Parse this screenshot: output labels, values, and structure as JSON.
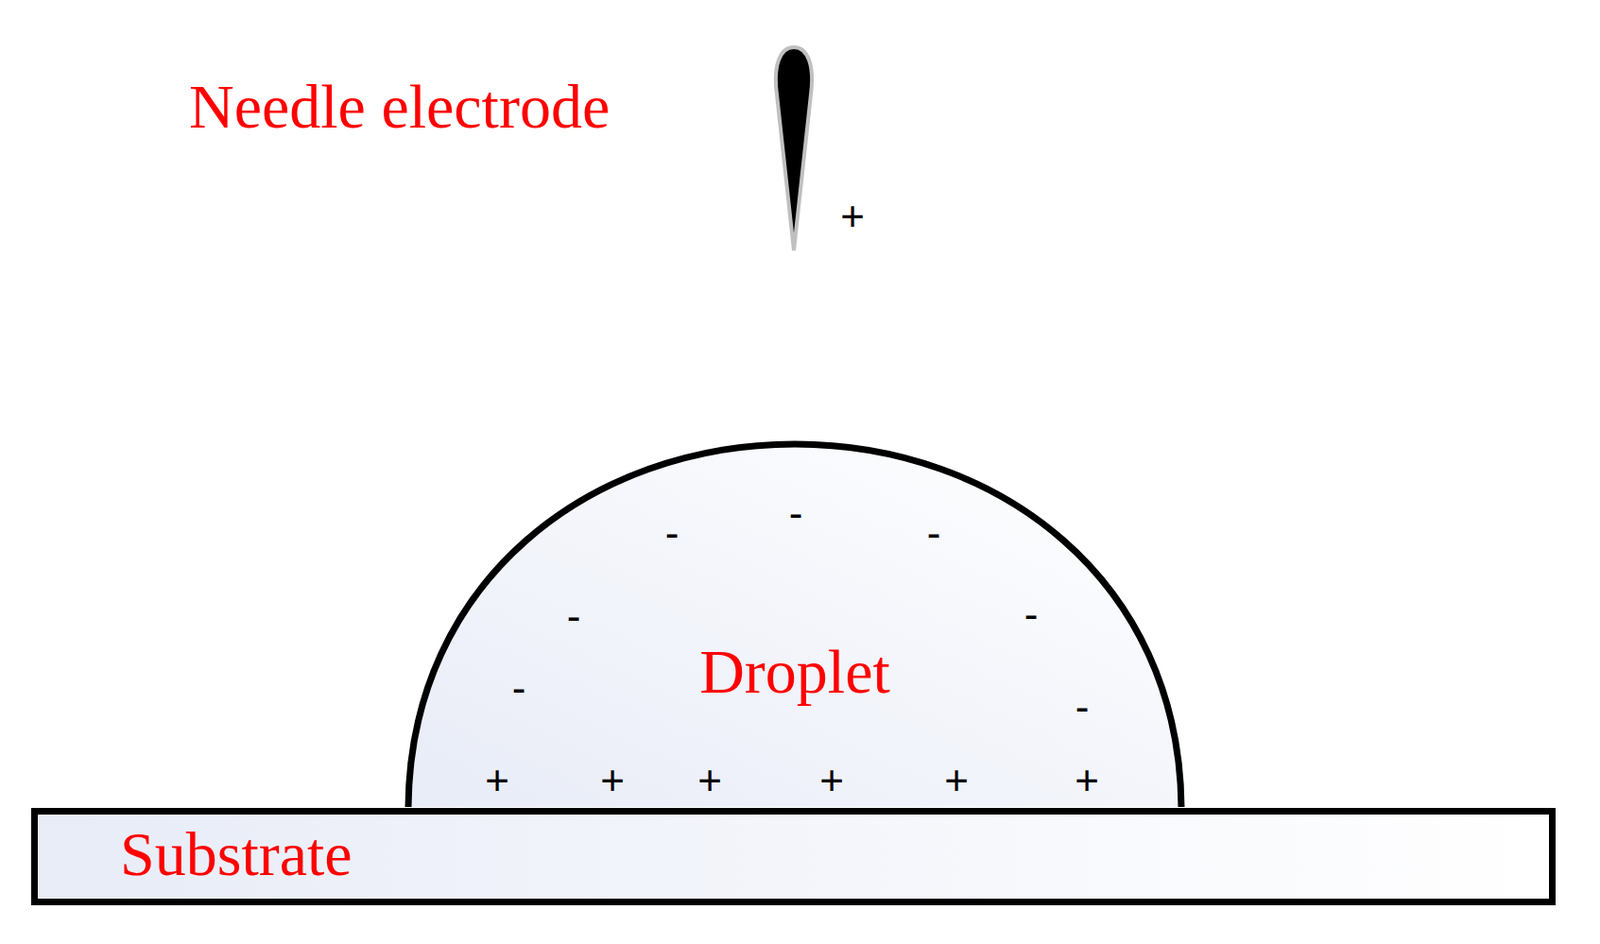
{
  "diagram": {
    "nodes": [
      {
        "text": [
          "Needle electrode"
        ]
      },
      {
        "text": [
          "Droplet"
        ]
      },
      {
        "text": [
          "Substrate"
        ]
      }
    ],
    "labels": [
      "+",
      "-",
      "-",
      "-",
      "-",
      "-",
      "-",
      "-",
      "+",
      "+",
      "+",
      "+",
      "+",
      "+"
    ]
  }
}
